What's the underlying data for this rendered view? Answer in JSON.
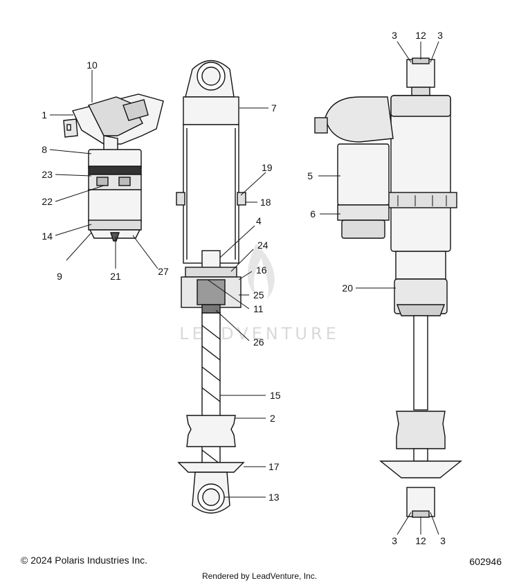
{
  "callouts": [
    "10",
    "1",
    "8",
    "23",
    "22",
    "14",
    "9",
    "21",
    "27",
    "7",
    "19",
    "18",
    "4",
    "24",
    "16",
    "25",
    "11",
    "26",
    "15",
    "2",
    "17",
    "13",
    "3",
    "12",
    "3",
    "5",
    "6",
    "20",
    "3",
    "12",
    "3"
  ],
  "watermark": "LEADVENTURE",
  "footer": {
    "copyright": "© 2024 Polaris Industries Inc.",
    "diagram_number": "602946",
    "rendered_by": "Rendered by LeadVenture, Inc."
  },
  "colors": {
    "line": "#111111",
    "fill_light": "#f4f4f4",
    "fill_mid": "#dcdcdc",
    "fill_dark": "#9a9a9a",
    "watermark": "#d9d9d9"
  }
}
